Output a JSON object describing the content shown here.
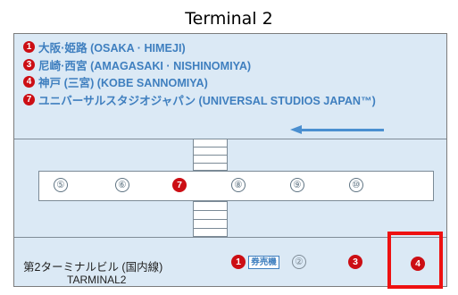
{
  "caption": "Terminal 2",
  "routes": [
    {
      "num": "1",
      "text": "大阪·姫路 (OSAKA · HIMEJI)"
    },
    {
      "num": "3",
      "text": "尼崎·西宮 (AMAGASAKI · NISHINOMIYA)"
    },
    {
      "num": "4",
      "text": "神戸 (三宮) (KOBE SANNOMIYA)"
    },
    {
      "num": "7",
      "text": "ユニバーサルスタジオジャパン (UNIVERSAL STUDIOS JAPAN™)"
    }
  ],
  "platform_tracks": [
    {
      "label": "⑤",
      "style": "outline"
    },
    {
      "label": "⑥",
      "style": "outline"
    },
    {
      "label": "7",
      "style": "solid"
    },
    {
      "label": "⑧",
      "style": "outline"
    },
    {
      "label": "⑨",
      "style": "outline"
    },
    {
      "label": "⑩",
      "style": "outline"
    }
  ],
  "building": {
    "name_jp": "第2ターミナルビル (国内線)",
    "name_en": "TARMINAL2"
  },
  "gates": [
    {
      "label": "1",
      "style": "solid"
    },
    {
      "label": "券売機",
      "style": "ticket"
    },
    {
      "label": "②",
      "style": "outline"
    },
    {
      "label": "3",
      "style": "solid"
    },
    {
      "label": "4",
      "style": "solid",
      "highlighted": true
    }
  ],
  "colors": {
    "map_background": "#dbe9f5",
    "route_text": "#3f7fbf",
    "route_number": "#cc0e14",
    "arrow": "#4a8fd0",
    "highlight": "#ee1111"
  },
  "icons": {
    "direction_arrow": "left-arrow-icon"
  }
}
